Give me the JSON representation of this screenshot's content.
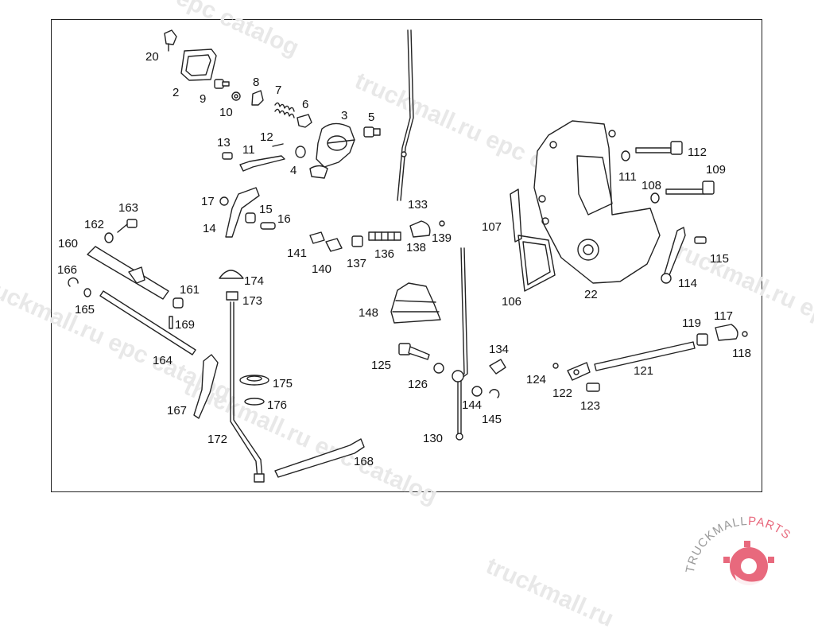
{
  "watermark": {
    "text_ru": "truckmall.ru",
    "text_epc": "epc catalog",
    "text_combined": "truckmall.ru epc catalog"
  },
  "logo": {
    "text_main": "TRUCKMALL",
    "text_accent": "PARTS",
    "accent_color": "#e8697d",
    "main_color": "#9a9a9a"
  },
  "callouts": {
    "c2": "2",
    "c3": "3",
    "c4": "4",
    "c5": "5",
    "c6": "6",
    "c7": "7",
    "c8": "8",
    "c9": "9",
    "c10": "10",
    "c11": "11",
    "c12": "12",
    "c13": "13",
    "c14": "14",
    "c15": "15",
    "c16": "16",
    "c17": "17",
    "c20": "20",
    "c22": "22",
    "c106": "106",
    "c107": "107",
    "c108": "108",
    "c109": "109",
    "c111": "111",
    "c112": "112",
    "c114": "114",
    "c115": "115",
    "c117": "117",
    "c118": "118",
    "c119": "119",
    "c121": "121",
    "c122": "122",
    "c123": "123",
    "c124": "124",
    "c125": "125",
    "c126": "126",
    "c130": "130",
    "c133": "133",
    "c134": "134",
    "c136": "136",
    "c137": "137",
    "c138": "138",
    "c139": "139",
    "c140": "140",
    "c141": "141",
    "c144": "144",
    "c145": "145",
    "c148": "148",
    "c160": "160",
    "c161": "161",
    "c162": "162",
    "c163": "163",
    "c164": "164",
    "c165": "165",
    "c166": "166",
    "c167": "167",
    "c168": "168",
    "c169": "169",
    "c172": "172",
    "c173": "173",
    "c174": "174",
    "c175": "175",
    "c176": "176"
  }
}
